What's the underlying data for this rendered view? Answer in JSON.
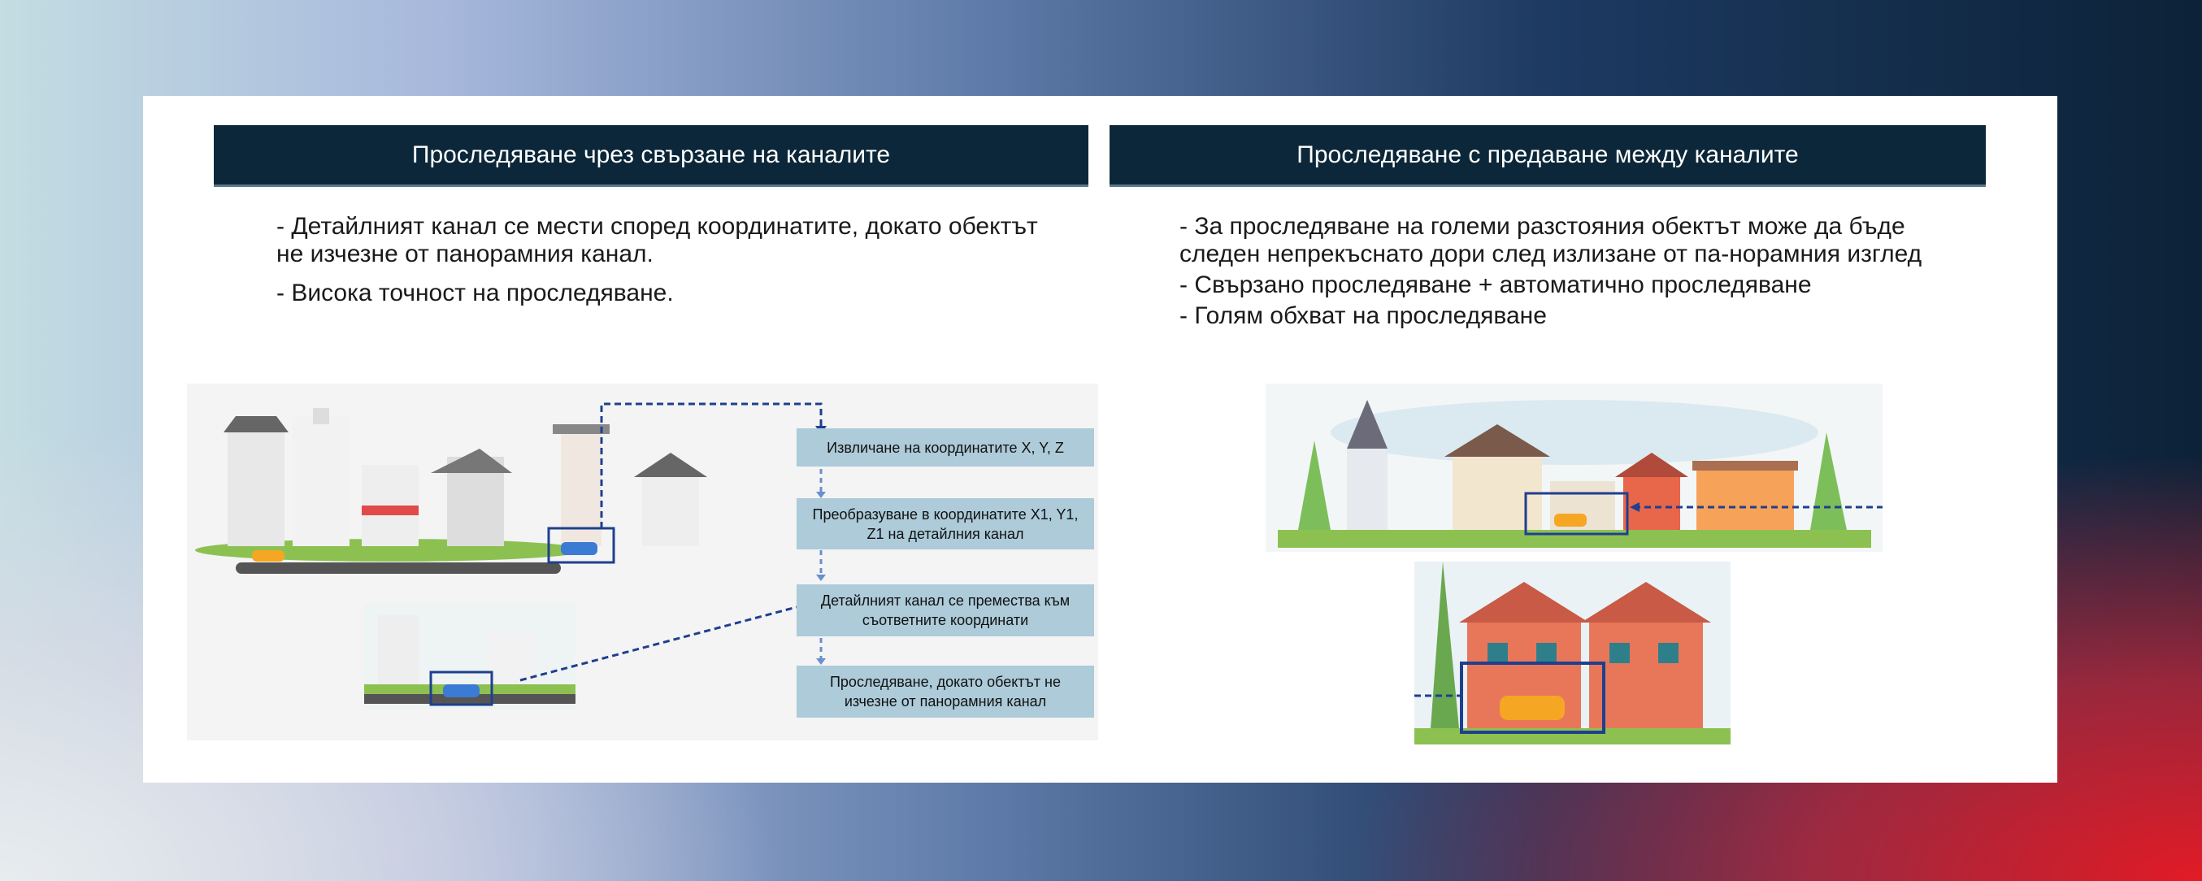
{
  "left": {
    "title": "Проследяване чрез свързане на каналите",
    "bullets": [
      "- Детайлният канал се мести според координатите, докато обектът не изчезне от панорамния канал.",
      "- Висока точност на проследяване."
    ],
    "flow_steps": [
      "Извличане на координатите X, Y, Z",
      "Преобразуване в координатите X1, Y1, Z1 на детайлния канал",
      "Детайлният канал се премества към съответните координати",
      "Проследяване, докато обектът не изчезне от панорамния канал"
    ]
  },
  "right": {
    "title": "Проследяване с предаване между каналите",
    "bullets": [
      "- За проследяване на големи разстояния обектът може да бъде следен непрекъснато дори след излизане от па-норамния изглед",
      "- Свързано проследяване + автоматично проследяване",
      "- Голям обхват на проследяване"
    ]
  },
  "colors": {
    "header": "#0c2739",
    "flow_box": "#adcbd9",
    "tracking_frame": "#1f3f8f"
  }
}
